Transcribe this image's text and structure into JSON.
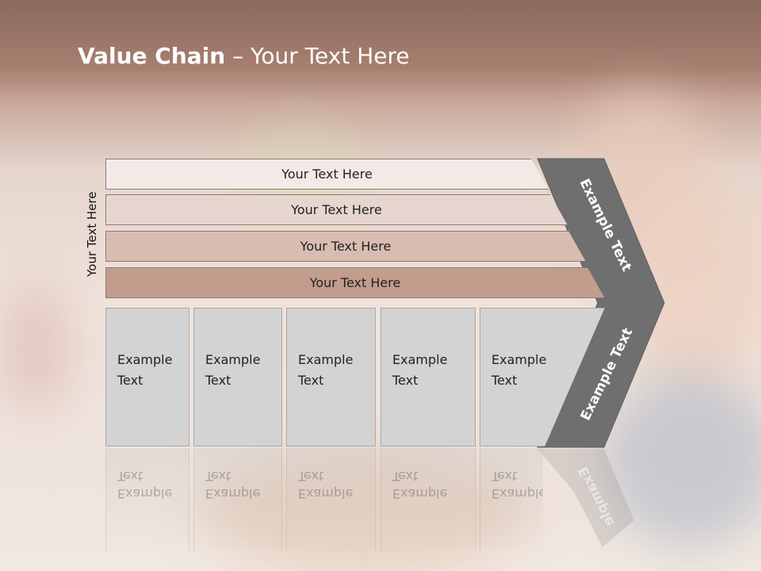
{
  "slide": {
    "title_bold": "Value Chain",
    "title_rest": " – Your Text Here",
    "side_label": "Your Text Here"
  },
  "bands": [
    {
      "label": "Your Text Here",
      "color": "#f3eae7"
    },
    {
      "label": "Your Text Here",
      "color": "#e7d5cf"
    },
    {
      "label": "Your Text Here",
      "color": "#d9bcb1"
    },
    {
      "label": "Your Text Here",
      "color": "#c29c8d"
    }
  ],
  "boxes": [
    {
      "line1": "Example",
      "line2": "Text"
    },
    {
      "line1": "Example",
      "line2": "Text"
    },
    {
      "line1": "Example",
      "line2": "Text"
    },
    {
      "line1": "Example",
      "line2": "Text"
    },
    {
      "line1": "Example",
      "line2": "Text"
    }
  ],
  "chevron": {
    "upper_text": "Example Text",
    "lower_text": "Example Text",
    "color": "#6f6f6f"
  }
}
